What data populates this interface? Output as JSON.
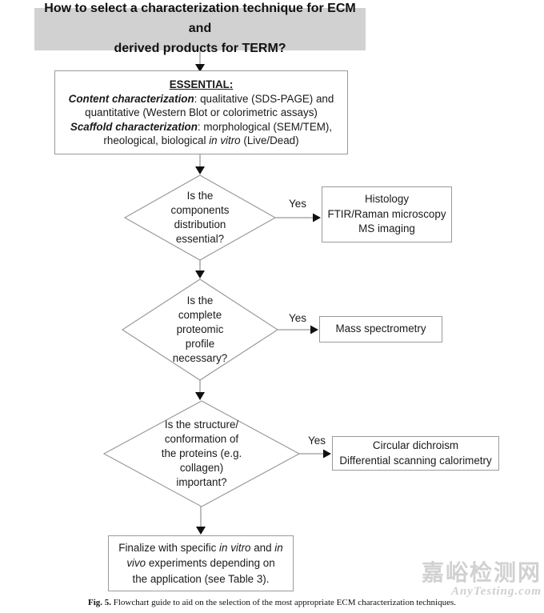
{
  "colors": {
    "title_bg": "#d1d1d1",
    "line_gray": "#999999",
    "arrowhead": "#111111",
    "watermark_gray": "#c9c9c9"
  },
  "title": {
    "text": "How to select a characterization technique for ECM and\nderived products for TERM?"
  },
  "essential": {
    "heading": "ESSENTIAL:",
    "content_label": "Content characterization",
    "content_rest": ": qualitative (SDS-PAGE) and quantitative (Western Blot or colorimetric assays)",
    "scaffold_label": "Scaffold characterization",
    "scaffold_rest_a": ": morphological (SEM/TEM), rheological, biological ",
    "scaffold_italic": "in vitro",
    "scaffold_rest_b": " (Live/Dead)"
  },
  "decisions": [
    {
      "question": "Is the\ncomponents\ndistribution\nessential?",
      "answer_label": "Yes",
      "result": "Histology\nFTIR/Raman microscopy\nMS imaging"
    },
    {
      "question": "Is the\ncomplete\nproteomic\nprofile\nnecessary?",
      "answer_label": "Yes",
      "result": "Mass spectrometry"
    },
    {
      "question": "Is the structure/\nconformation of\nthe proteins (e.g.\ncollagen)\nimportant?",
      "answer_label": "Yes",
      "result": "Circular dichroism\nDifferential scanning calorimetry"
    }
  ],
  "final": {
    "part_a": "Finalize with specific ",
    "italic_1": "in vitro",
    "part_b": " and ",
    "italic_2": "in vivo",
    "part_c": " experiments depending on the application (see Table 3)."
  },
  "caption": {
    "label": "Fig. 5.",
    "text": "Flowchart guide to aid on the selection of the most appropriate ECM characterization techniques."
  },
  "watermark": {
    "cn": "嘉峪检测网",
    "en": "AnyTesting.com"
  }
}
